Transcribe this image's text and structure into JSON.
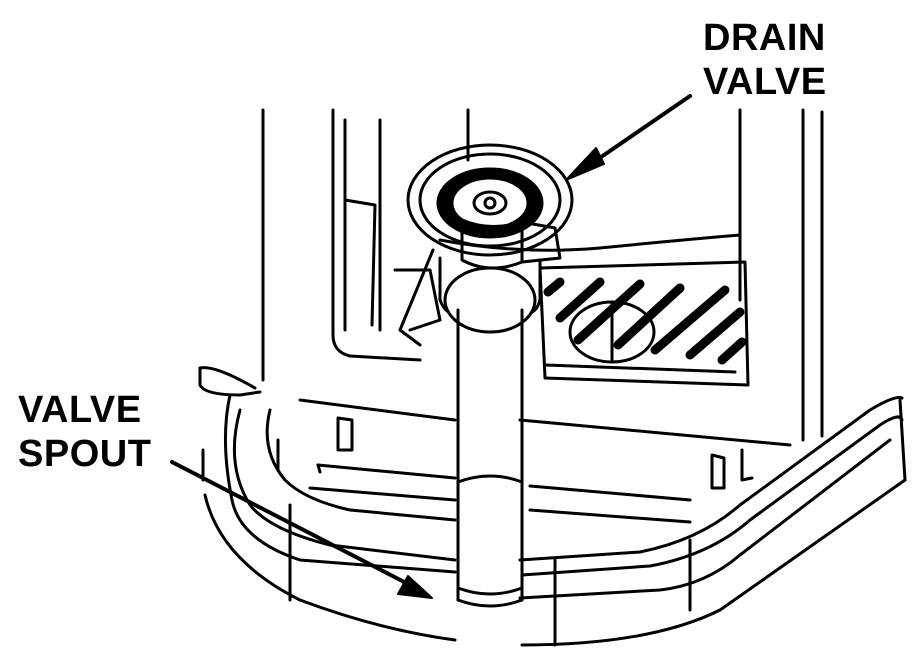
{
  "labels": {
    "drain_valve": {
      "line1": "DRAIN",
      "line2": "VALVE"
    },
    "valve_spout": {
      "line1": "VALVE",
      "line2": "SPOUT"
    }
  },
  "colors": {
    "ink": "#000000",
    "paper": "#ffffff"
  }
}
